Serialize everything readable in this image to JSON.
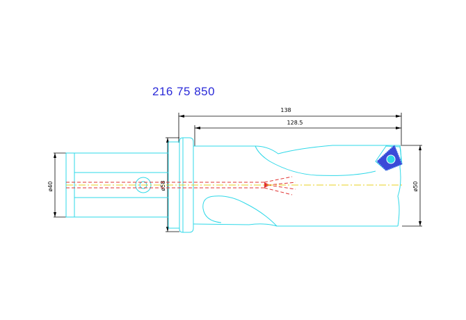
{
  "part_number": "216 75 850",
  "dimensions": {
    "overall_length": "138",
    "body_length": "128.5",
    "shank_diameter": "ø40",
    "flange_diameter": "ø58",
    "drill_diameter": "ø50"
  },
  "colors": {
    "outline": "#2ed8e8",
    "dimension_line": "#000000",
    "coolant_channel": "#e03030",
    "centerline": "#e8d020",
    "insert": "#3a4ad8",
    "part_number": "#2a2ad8"
  }
}
